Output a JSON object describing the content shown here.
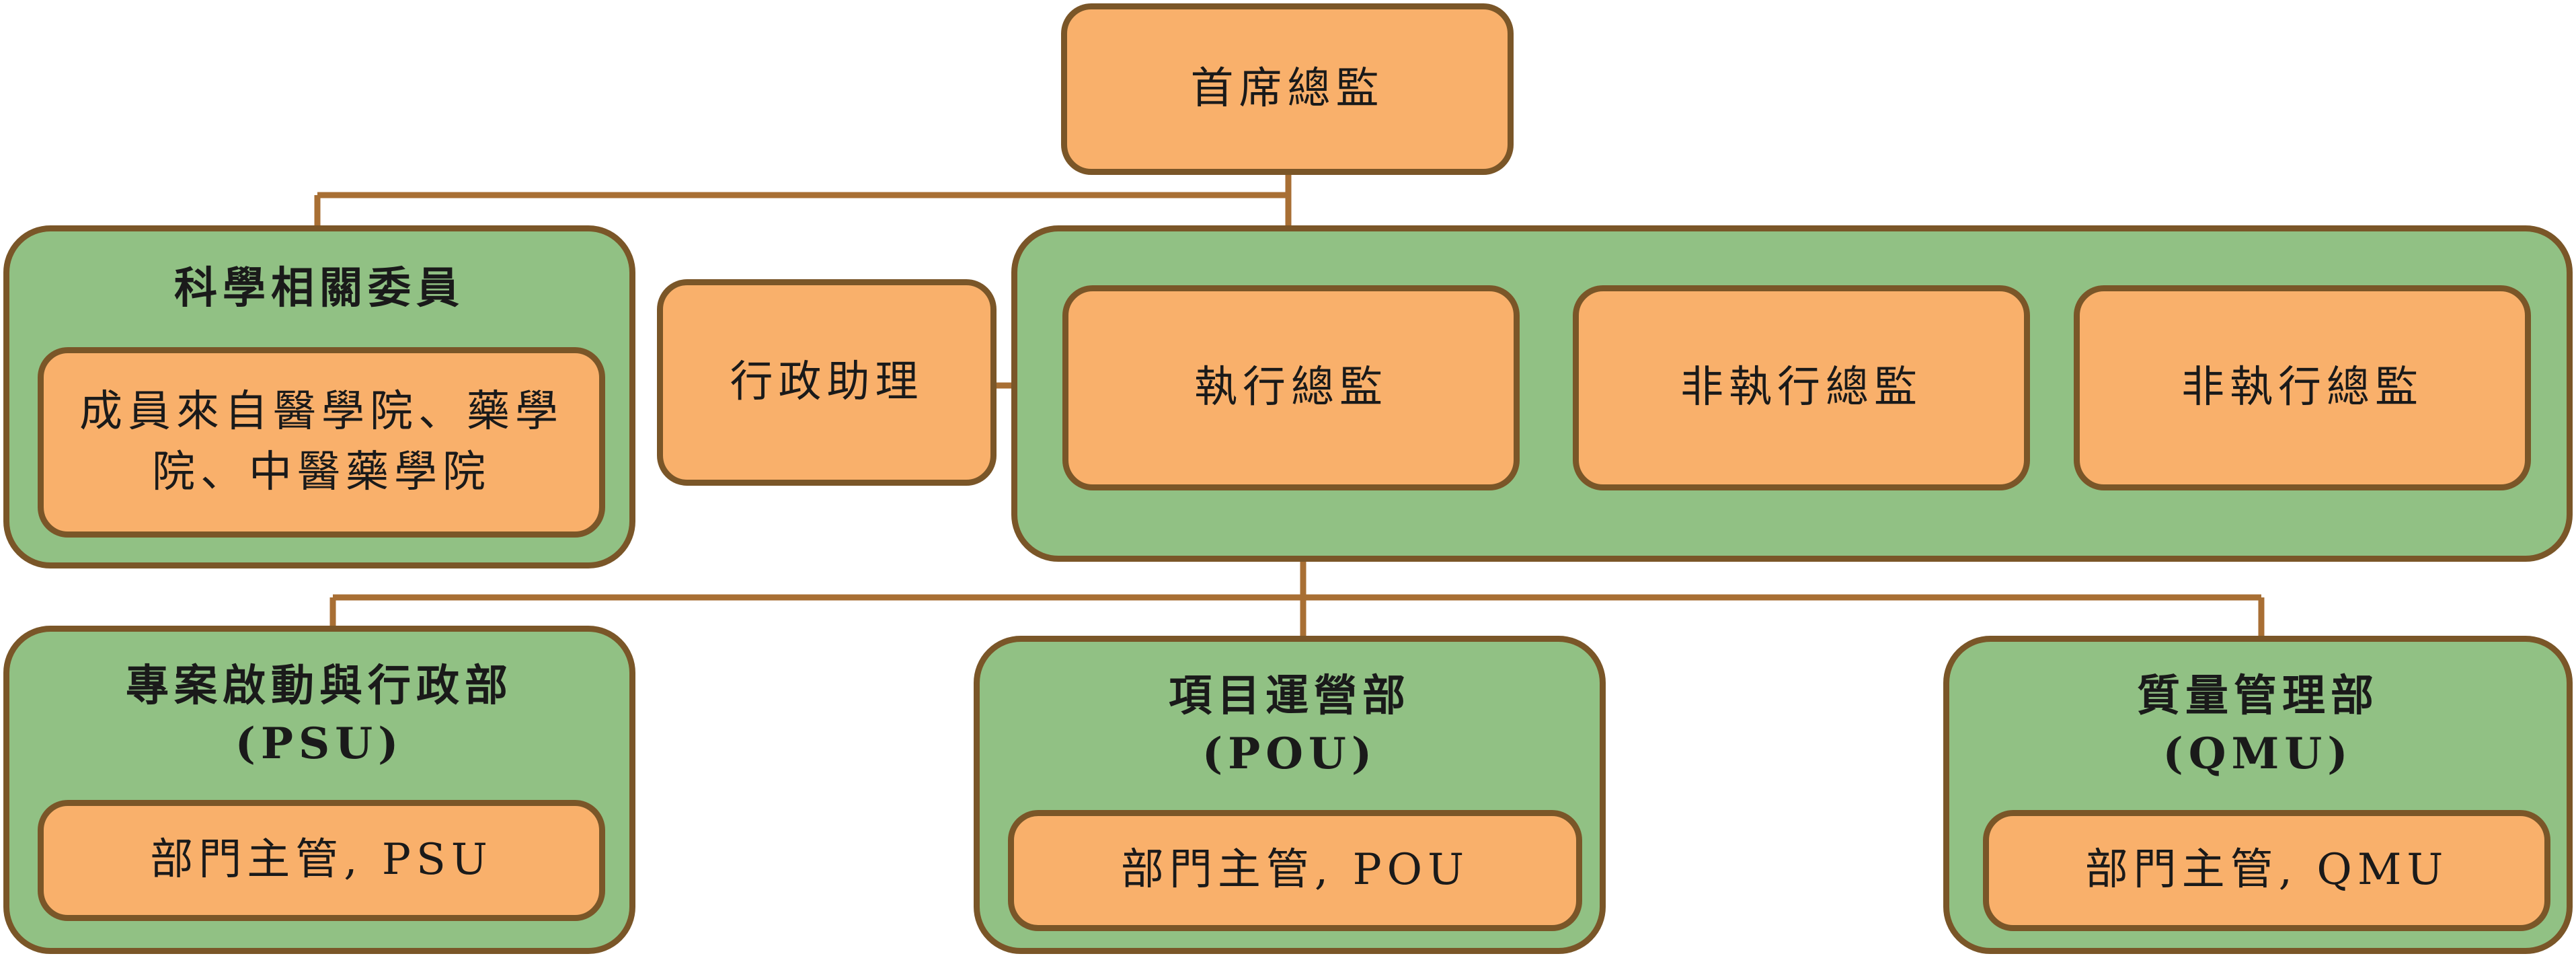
{
  "ceo": "首席總監",
  "science_committee": {
    "title": "科學相關委員",
    "members": "成員來自醫學院、藥學院、中醫藥學院"
  },
  "admin_assistant": "行政助理",
  "directors": [
    "執行總監",
    "非執行總監",
    "非執行總監"
  ],
  "departments": [
    {
      "title": "專案啟動與行政部",
      "abbr": "(PSU)",
      "head": "部門主管, PSU"
    },
    {
      "title": "項目運營部",
      "abbr": "(POU)",
      "head": "部門主管, POU"
    },
    {
      "title": "質量管理部",
      "abbr": "(QMU)",
      "head": "部門主管, QMU"
    }
  ],
  "colors": {
    "box_orange": "#f9b06b",
    "box_green": "#91c184",
    "border_brown": "#7a5628",
    "connector_brown": "#a86f34"
  }
}
